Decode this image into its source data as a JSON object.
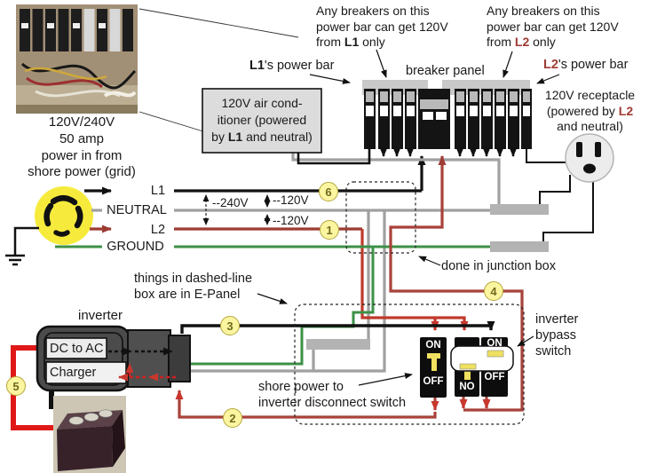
{
  "photo_caption": {
    "l1": "120V/240V",
    "l2": "50 amp",
    "l3": "power in from",
    "l4": "shore power (grid)"
  },
  "wires": {
    "l1": "L1",
    "neutral": "NEUTRAL",
    "l2": "L2",
    "ground": "GROUND"
  },
  "voltages": {
    "v240": "--240V",
    "v120_top": "--120V",
    "v120_bottom": "--120V"
  },
  "panel": {
    "title": "breaker panel",
    "l1_bar_bold": "L1",
    "l1_bar_rest": "'s power bar",
    "l2_bar_bold": "L2",
    "l2_bar_rest": "'s power bar"
  },
  "notes": {
    "ann_l1_pre": "Any breakers on this power bar can get 120V from ",
    "ann_l1_bold": "L1",
    "ann_l1_post": " only",
    "ann_l2_pre": "Any breakers on this power bar can get 120V from ",
    "ann_l2_bold": "L2",
    "ann_l2_post": " only",
    "receptacle_l1": "120V receptacle",
    "receptacle_l2_pre": "(powered by ",
    "receptacle_l2_bold": "L2",
    "receptacle_l3": "and neutral)",
    "ac_l1": "120V air cond-",
    "ac_l2": "itioner (powered",
    "ac_l3_pre": "by ",
    "ac_l3_bold": "L1",
    "ac_l3_post": " and neutral)",
    "junction": "done in junction box",
    "epanel_l1": "things in dashed-line",
    "epanel_l2": "box are in E-Panel",
    "disconnect_l1": "shore power to",
    "disconnect_l2": "inverter disconnect switch",
    "bypass_l1": "inverter",
    "bypass_l2": "bypass",
    "bypass_l3": "switch"
  },
  "inverter": {
    "title": "inverter",
    "dc_to_ac": "DC to AC",
    "charger": "Charger"
  },
  "switches": {
    "disconnect_on": "ON",
    "disconnect_off": "OFF",
    "bypass_left_no": "NO",
    "bypass_right_on": "ON",
    "bypass_right_off": "OFF"
  },
  "badges": {
    "n1": "1",
    "n2": "2",
    "n3": "3",
    "n4": "4",
    "n5": "5",
    "n6": "6"
  },
  "colors": {
    "l1_hot": "#111111",
    "neutral": "#a0a0a0",
    "l2_hot": "#9e3b33",
    "ground": "#3c9147",
    "bright_red": "#c8372d",
    "plug_yellow": "#f6eb3c",
    "badge_fill": "#fcf5a0",
    "bus_bar": "#b3b3b3"
  }
}
